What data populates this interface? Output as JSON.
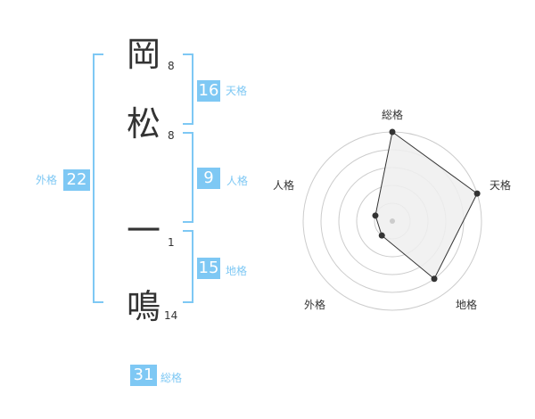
{
  "name": {
    "chars": [
      {
        "char": "岡",
        "strokes": "8"
      },
      {
        "char": "松",
        "strokes": "8"
      },
      {
        "char": "一",
        "strokes": "1"
      },
      {
        "char": "鳴",
        "strokes": "14"
      }
    ]
  },
  "fortunes": {
    "tenkaku": {
      "label": "天格",
      "value": "16"
    },
    "jinkaku": {
      "label": "人格",
      "value": "9"
    },
    "chikaku": {
      "label": "地格",
      "value": "15"
    },
    "gaikaku": {
      "label": "外格",
      "value": "22"
    },
    "soukaku": {
      "label": "総格",
      "value": "31"
    }
  },
  "radar": {
    "axes": [
      "総格",
      "天格",
      "地格",
      "外格",
      "人格"
    ],
    "scores": [
      5,
      5,
      4,
      1,
      1
    ],
    "max": 5,
    "colors": {
      "ring": "#cccccc",
      "fill": "#eeeeee",
      "line": "#333333",
      "point": "#333333",
      "center": "#cccccc"
    }
  },
  "colors": {
    "accent": "#7ec8f4",
    "text": "#333333"
  }
}
